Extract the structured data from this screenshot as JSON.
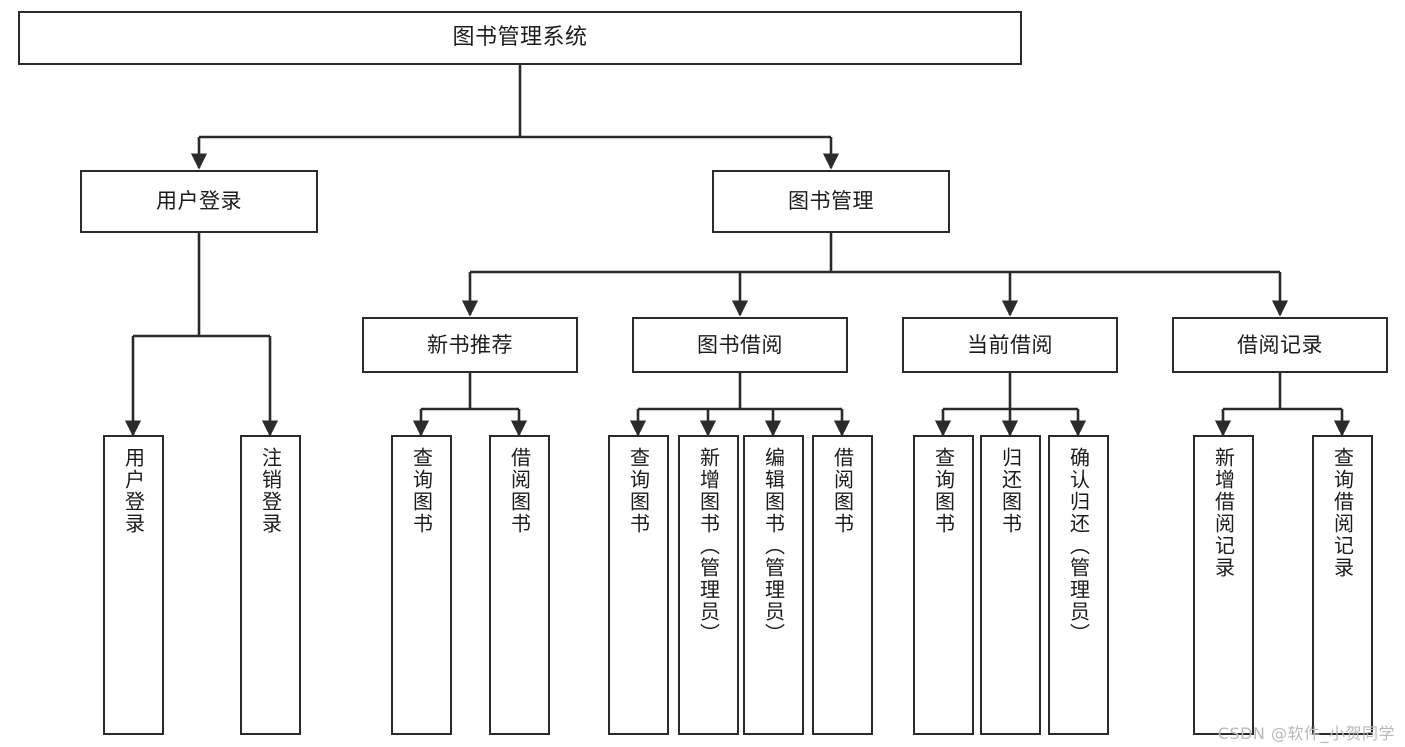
{
  "diagram": {
    "type": "tree",
    "title": "图书管理系统",
    "watermark": "CSDN @软件_小贺同学",
    "colors": {
      "stroke": "#2b2b2b",
      "fill": "#ffffff",
      "text": "#1c1c1c",
      "watermark": "#b9b9b9"
    },
    "nodes": {
      "root": "图书管理系统",
      "level2": {
        "user_login": "用户登录",
        "book_manage": "图书管理"
      },
      "level3": {
        "new_book_rec": "新书推荐",
        "book_borrow": "图书借阅",
        "current_borrow": "当前借阅",
        "borrow_record": "借阅记录"
      },
      "leaves": {
        "user_login_children": [
          "用户登录",
          "注销登录"
        ],
        "new_book_rec_children": [
          "查询图书",
          "借阅图书"
        ],
        "book_borrow_children": [
          "查询图书",
          "新增图书（管理员）",
          "编辑图书（管理员）",
          "借阅图书"
        ],
        "current_borrow_children": [
          "查询图书",
          "归还图书",
          "确认归还（管理员）"
        ],
        "borrow_record_children": [
          "新增借阅记录",
          "查询借阅记录"
        ]
      }
    }
  }
}
